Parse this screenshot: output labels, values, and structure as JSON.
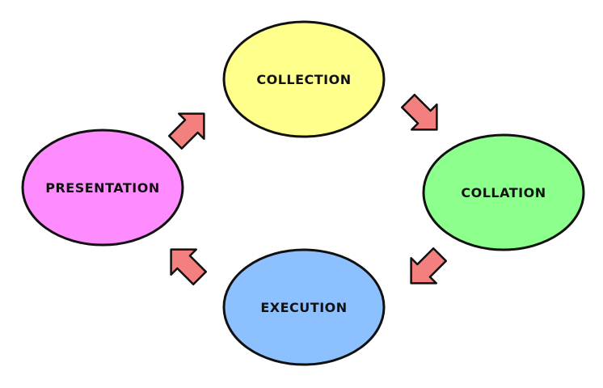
{
  "diagram": {
    "type": "cycle",
    "nodes": [
      {
        "id": "collection",
        "label": "COLLECTION",
        "color": "#ffff8c"
      },
      {
        "id": "collation",
        "label": "COLLATION",
        "color": "#8cff8c"
      },
      {
        "id": "execution",
        "label": "EXECUTION",
        "color": "#8cc0ff"
      },
      {
        "id": "presentation",
        "label": "PRESENTATION",
        "color": "#ff8cff"
      }
    ],
    "edges": [
      {
        "from": "collection",
        "to": "collation"
      },
      {
        "from": "collation",
        "to": "execution"
      },
      {
        "from": "execution",
        "to": "presentation"
      },
      {
        "from": "presentation",
        "to": "collection"
      }
    ],
    "arrow_color": "#f47f7f",
    "outline_color": "#111111"
  }
}
